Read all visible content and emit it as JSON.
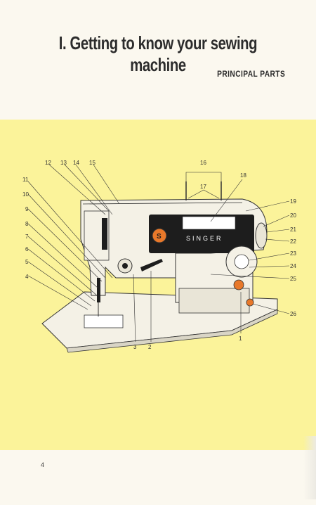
{
  "heading": {
    "title": "I. Getting to know your sewing machine",
    "subtitle": "PRINCIPAL PARTS"
  },
  "diagram": {
    "brand": "SINGER",
    "callouts": [
      "1",
      "2",
      "3",
      "4",
      "5",
      "6",
      "7",
      "8",
      "9",
      "10",
      "11",
      "12",
      "13",
      "14",
      "15",
      "16",
      "17",
      "18",
      "19",
      "20",
      "21",
      "22",
      "23",
      "24",
      "25",
      "26"
    ]
  },
  "page_number": "4",
  "colors": {
    "page": "#fbf8ef",
    "yellow_band": "#fbf39a",
    "machine_body": "#f4f1e6",
    "ink": "#2c2c2c",
    "accent_orange": "#e8782a"
  }
}
